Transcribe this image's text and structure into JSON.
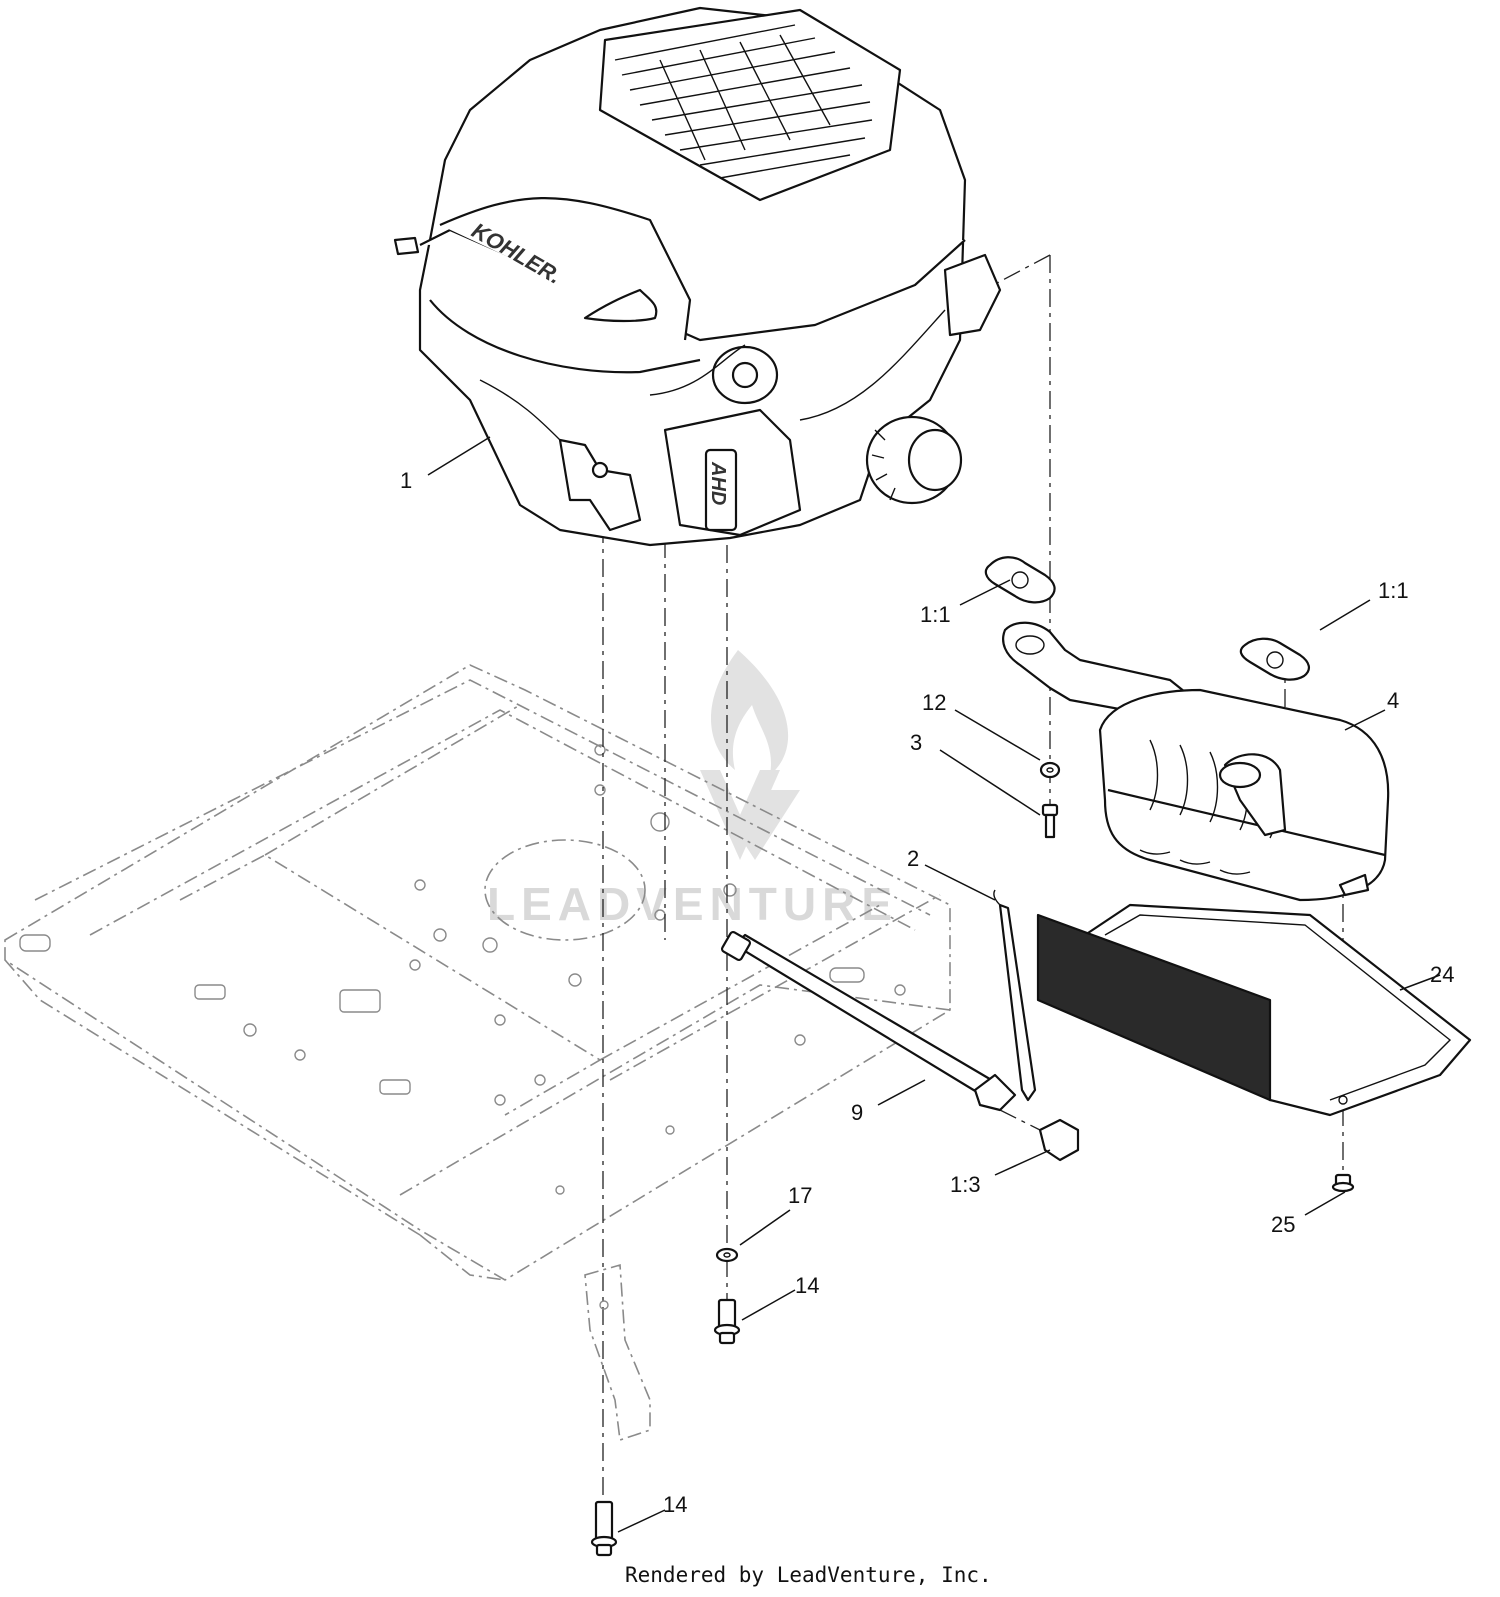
{
  "engine_brand": "KOHLER.",
  "valve_cover_mark": "AHD",
  "callouts": [
    {
      "id": "c1",
      "label": "1"
    },
    {
      "id": "c1-1a",
      "label": "1:1"
    },
    {
      "id": "c1-1b",
      "label": "1:1"
    },
    {
      "id": "c12",
      "label": "12"
    },
    {
      "id": "c4",
      "label": "4"
    },
    {
      "id": "c3",
      "label": "3"
    },
    {
      "id": "c2",
      "label": "2"
    },
    {
      "id": "c24",
      "label": "24"
    },
    {
      "id": "c9",
      "label": "9"
    },
    {
      "id": "c1-3",
      "label": "1:3"
    },
    {
      "id": "c25",
      "label": "25"
    },
    {
      "id": "c17",
      "label": "17"
    },
    {
      "id": "c14a",
      "label": "14"
    },
    {
      "id": "c14b",
      "label": "14"
    }
  ],
  "watermark": "LEADVENTURE",
  "credit": "Rendered by LeadVenture, Inc."
}
